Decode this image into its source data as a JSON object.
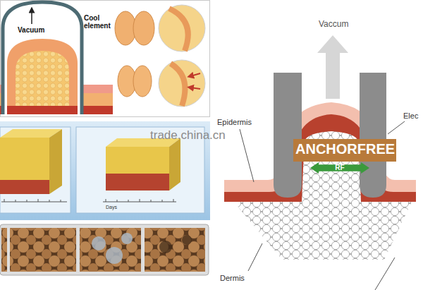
{
  "diagram": {
    "nodes": [
      {
        "text": [
          "RF"
        ]
      }
    ],
    "labels": [
      "Vacuum",
      "Cool element",
      "trade.china.cn",
      "Days",
      "Vaccum",
      "Epidermis",
      "Elec",
      "ANCHORFREE",
      "Dermis"
    ]
  }
}
